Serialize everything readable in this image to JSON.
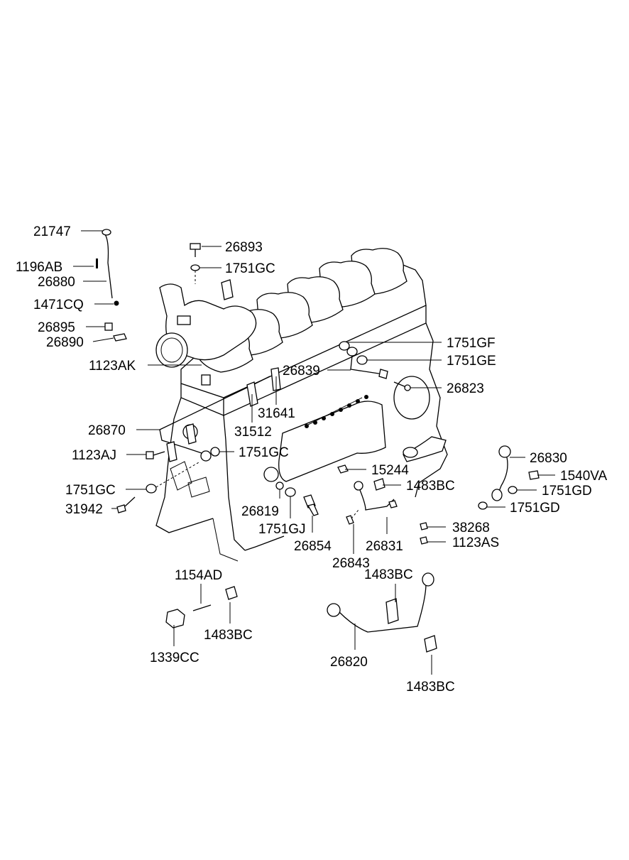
{
  "diagram": {
    "callouts": {
      "p21747": "21747",
      "p1196AB": "1196AB",
      "p26880": "26880",
      "p1471CQ": "1471CQ",
      "p26895": "26895",
      "p26890": "26890",
      "p1123AK": "1123AK",
      "p26893": "26893",
      "p1751GC_top": "1751GC",
      "p1751GF": "1751GF",
      "p1751GE": "1751GE",
      "p26839": "26839",
      "p26823": "26823",
      "p31641": "31641",
      "p31512": "31512",
      "p26870": "26870",
      "p1123AJ": "1123AJ",
      "p1751GC_mid": "1751GC",
      "p1751GC_left": "1751GC",
      "p31942": "31942",
      "p15244": "15244",
      "p1483BC_a": "1483BC",
      "p26830": "26830",
      "p1540VA": "1540VA",
      "p1751GD_a": "1751GD",
      "p1751GD_b": "1751GD",
      "p26819": "26819",
      "p1751GJ": "1751GJ",
      "p26854": "26854",
      "p26831": "26831",
      "p26843": "26843",
      "p38268": "38268",
      "p1123AS": "1123AS",
      "p1154AD": "1154AD",
      "p1483BC_b": "1483BC",
      "p1339CC": "1339CC",
      "p1483BC_c": "1483BC",
      "p26820": "26820",
      "p1483BC_d": "1483BC"
    }
  }
}
